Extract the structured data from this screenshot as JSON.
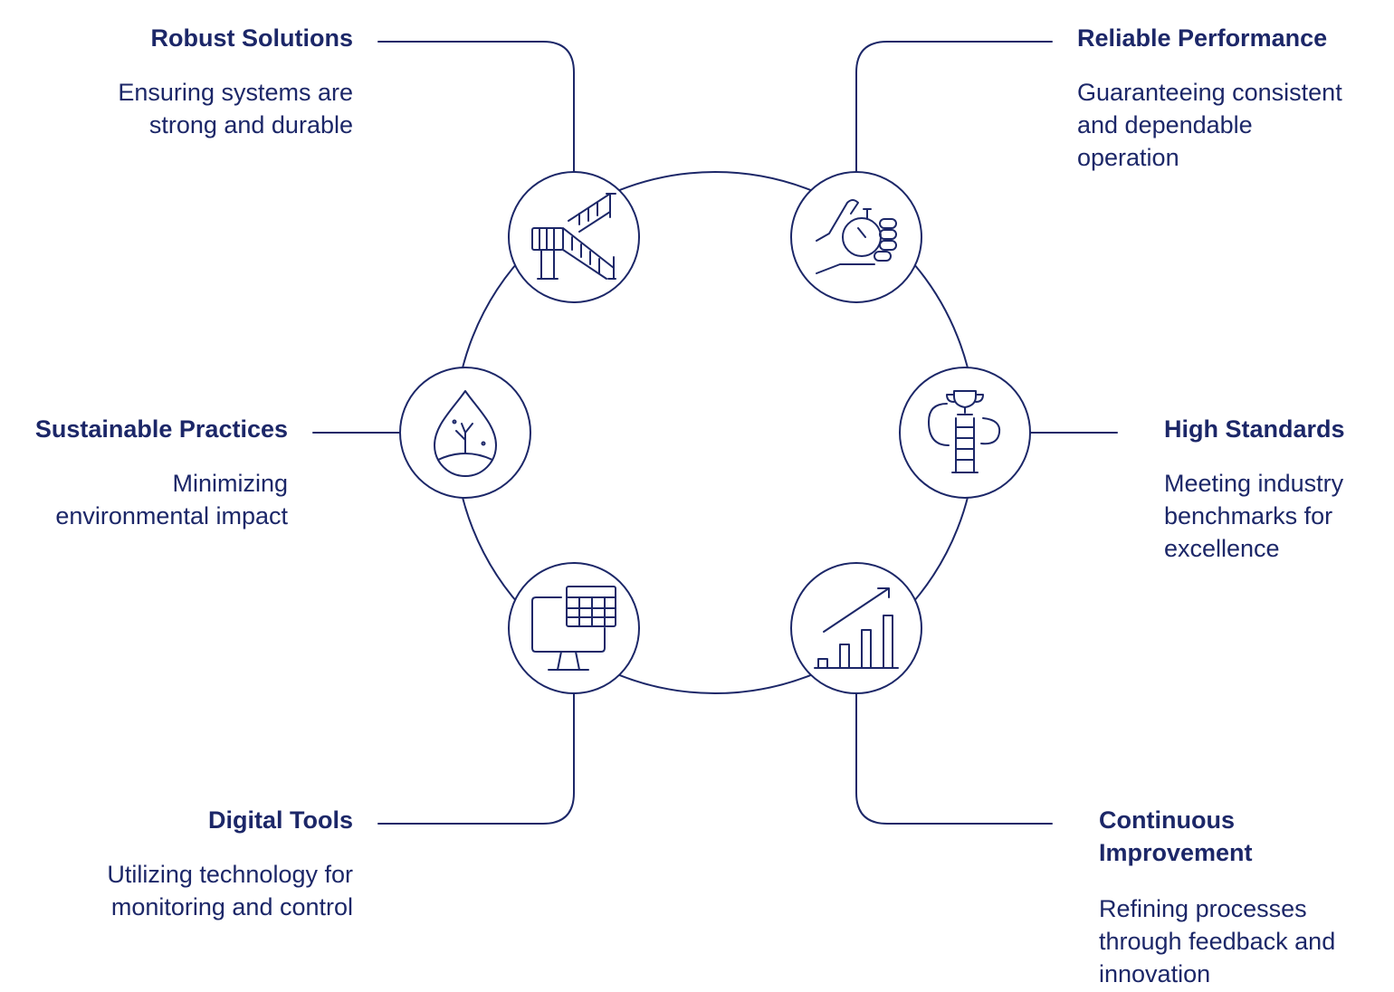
{
  "colors": {
    "primary": "#1c2768",
    "background": "#ffffff"
  },
  "nodes": [
    {
      "id": "robust",
      "title": "Robust Solutions",
      "desc": [
        "Ensuring systems are",
        "strong and durable"
      ],
      "icon": "bridge-icon"
    },
    {
      "id": "reliable",
      "title": "Reliable Performance",
      "desc": [
        "Guaranteeing consistent",
        "and dependable",
        "operation"
      ],
      "icon": "hand-stopwatch-icon"
    },
    {
      "id": "sustainable",
      "title": "Sustainable Practices",
      "desc": [
        "Minimizing",
        "environmental impact"
      ],
      "icon": "water-drop-plant-icon"
    },
    {
      "id": "high",
      "title": "High Standards",
      "desc": [
        "Meeting industry",
        "benchmarks for",
        "excellence"
      ],
      "icon": "trophy-ladder-icon"
    },
    {
      "id": "digital",
      "title": "Digital Tools",
      "desc": [
        "Utilizing technology for",
        "monitoring and control"
      ],
      "icon": "monitor-table-icon"
    },
    {
      "id": "continuous",
      "title": "Continuous Improvement",
      "title_lines": [
        "Continuous",
        "Improvement"
      ],
      "desc": [
        "Refining processes",
        "through feedback and",
        "innovation"
      ],
      "icon": "growth-chart-icon"
    }
  ]
}
